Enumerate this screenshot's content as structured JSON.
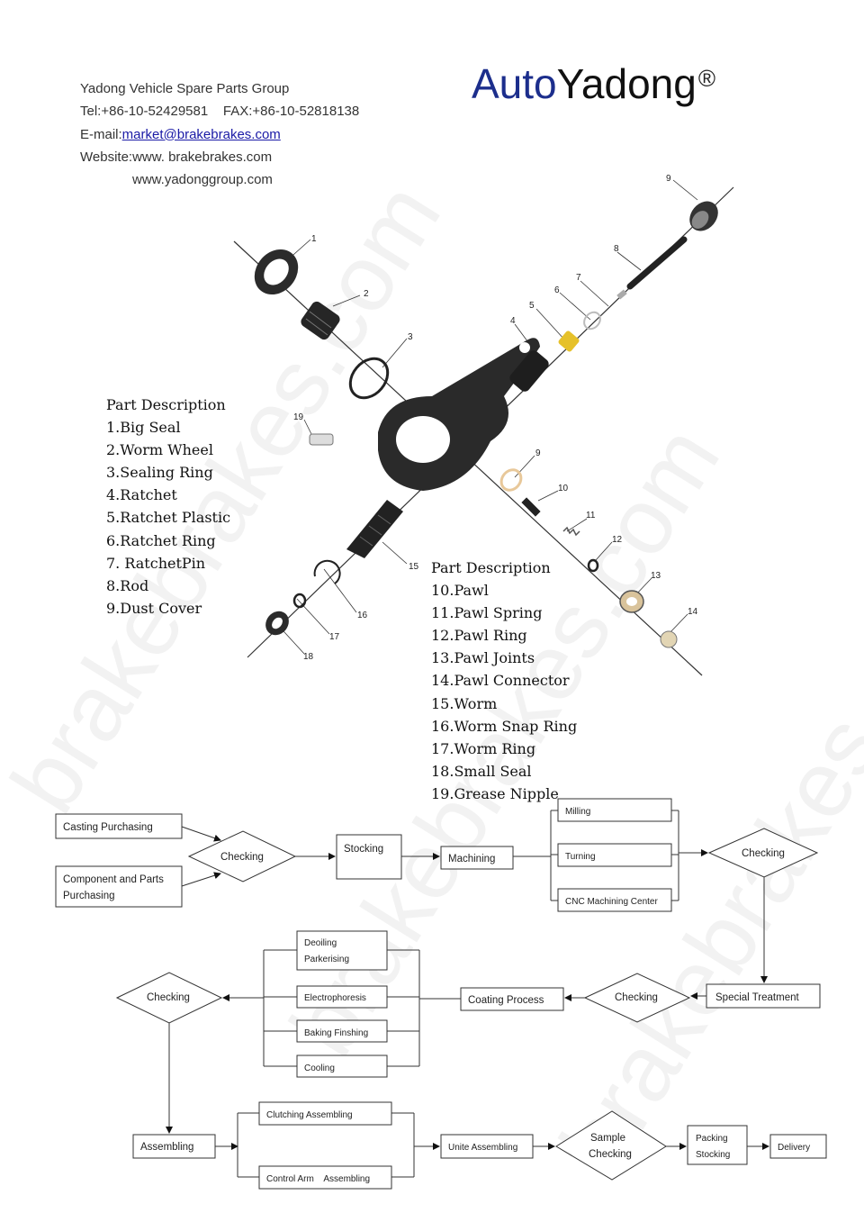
{
  "contact": {
    "company": "Yadong Vehicle Spare Parts Group",
    "tel_fax": "Tel:+86-10-52429581    FAX:+86-10-52818138",
    "email_prefix": "E-mail:",
    "email": "market@brakebrakes.com",
    "website_line1": "Website:www. brakebrakes.com",
    "website_line2": "www.yadonggroup.com"
  },
  "logo": {
    "auto": "Auto",
    "yadong": "Yadong",
    "mark": "®"
  },
  "watermark": "brakebrakes.com",
  "parts_list_1": {
    "heading": "Part Description",
    "items": [
      "1.Big Seal",
      "2.Worm Wheel",
      "3.Sealing Ring",
      "4.Ratchet",
      "5.Ratchet Plastic",
      "6.Ratchet Ring",
      "7. RatchetPin",
      "8.Rod",
      "9.Dust Cover"
    ]
  },
  "parts_list_2": {
    "heading": "Part Description",
    "items": [
      "10.Pawl",
      "11.Pawl Spring",
      "12.Pawl Ring",
      "13.Pawl Joints",
      "14.Pawl Connector",
      "15.Worm",
      "16.Worm Snap Ring",
      "17.Worm Ring",
      "18.Small Seal",
      "19.Grease Nipple"
    ]
  },
  "diagram_callouts": [
    "1",
    "2",
    "3",
    "4",
    "5",
    "6",
    "7",
    "8",
    "9",
    "9",
    "10",
    "11",
    "12",
    "13",
    "14",
    "15",
    "16",
    "17",
    "18",
    "19"
  ],
  "flowchart": {
    "casting_purchasing": "Casting Purchasing",
    "component_purchasing_1": "Component and Parts",
    "component_purchasing_2": "Purchasing",
    "checking": "Checking",
    "stocking": "Stocking",
    "machining": "Machining",
    "milling": "Milling",
    "turning": "Turning",
    "cnc": "CNC Machining Center",
    "special_treatment": "Special Treatment",
    "coating_process": "Coating Process",
    "deoiling_1": "Deoiling",
    "deoiling_2": "Parkerising",
    "electrophoresis": "Electrophoresis",
    "baking": "Baking Finshing",
    "cooling": "Cooling",
    "assembling": "Assembling",
    "clutching_assembling": "Clutching Assembling",
    "control_arm_assembling": "Control Arm    Assembling",
    "unite_assembling": "Unite Assembling",
    "sample_checking_1": "Sample",
    "sample_checking_2": "Checking",
    "packing_1": "Packing",
    "packing_2": "Stocking",
    "delivery": "Delivery"
  }
}
